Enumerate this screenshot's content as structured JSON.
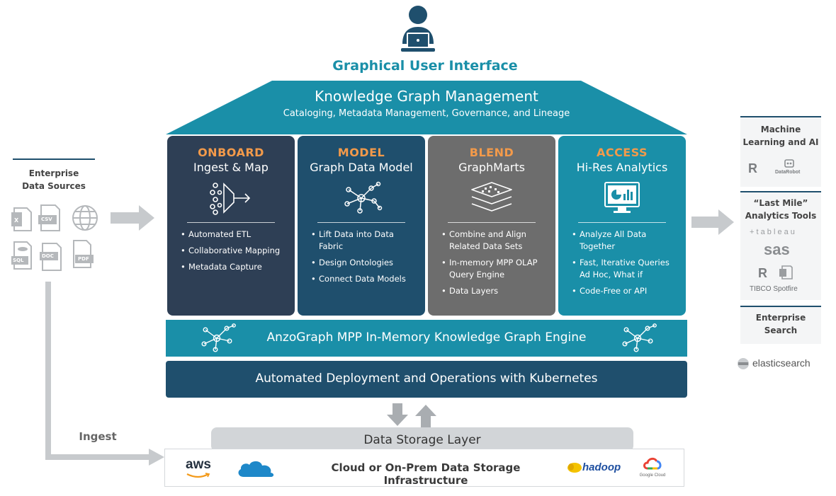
{
  "header": {
    "gui_title": "Graphical User Interface"
  },
  "roof": {
    "title": "Knowledge Graph Management",
    "subtitle": "Cataloging, Metadata Management, Governance, and Lineage"
  },
  "pillars": [
    {
      "heading": "ONBOARD",
      "subheading": "Ingest & Map",
      "icon": "funnel-icon",
      "bullets": [
        "Automated ETL",
        "Collaborative Mapping",
        "Metadata Capture"
      ]
    },
    {
      "heading": "MODEL",
      "subheading": "Graph Data Model",
      "icon": "graph-network-icon",
      "bullets": [
        "Lift Data into Data Fabric",
        "Design Ontologies",
        "Connect Data Models"
      ]
    },
    {
      "heading": "BLEND",
      "subheading": "GraphMarts",
      "icon": "layers-icon",
      "bullets": [
        "Combine and Align Related Data Sets",
        "In-memory MPP OLAP Query Engine",
        "Data Layers"
      ]
    },
    {
      "heading": "ACCESS",
      "subheading": "Hi-Res Analytics",
      "icon": "analytics-monitor-icon",
      "bullets": [
        "Analyze All Data Together",
        "Fast, Iterative Queries Ad Hoc, What if",
        "Code-Free or API"
      ]
    }
  ],
  "engine": {
    "label": "AnzoGraph MPP In-Memory Knowledge Graph Engine"
  },
  "deployment": {
    "label": "Automated Deployment and Operations with Kubernetes"
  },
  "storage": {
    "layer_label": "Data Storage Layer",
    "infra_label": "Cloud or On-Prem Data Storage Infrastructure",
    "logos": {
      "aws": "aws",
      "hadoop": "hadoop",
      "google_cloud": "Google Cloud"
    }
  },
  "left": {
    "title_line1": "Enterprise",
    "title_line2": "Data Sources",
    "ingest_label": "Ingest",
    "file_types": [
      "CSV",
      "SQL",
      "DOC",
      "PDF"
    ]
  },
  "right": {
    "ml": {
      "title_line1": "Machine",
      "title_line2": "Learning and AI",
      "logos": [
        "R",
        "DataRobot"
      ]
    },
    "analytics": {
      "title_line1": "“Last Mile”",
      "title_line2": "Analytics Tools",
      "logos": [
        "+ t a b l e a u",
        "sas",
        "TIBCO Spotfire"
      ]
    },
    "search": {
      "title_line1": "Enterprise",
      "title_line2": "Search",
      "logo": "elasticsearch"
    }
  },
  "colors": {
    "teal": "#1a8fa8",
    "dark_blue": "#1f4f6d",
    "slate": "#2e3f55",
    "gray": "#6d6d6d",
    "orange": "#f39a4a"
  }
}
